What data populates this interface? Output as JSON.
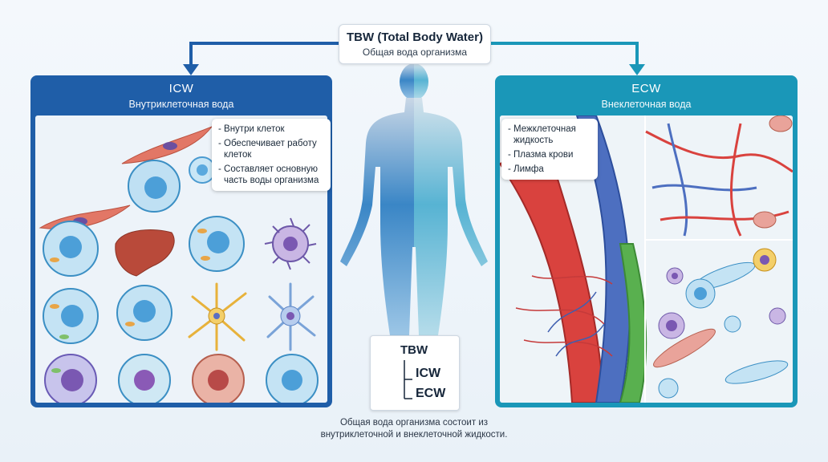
{
  "header": {
    "title": "TBW (Total Body Water)",
    "subtitle": "Общая вода организма"
  },
  "icw": {
    "title": "ICW",
    "subtitle": "Внутриклеточная вода",
    "notes": [
      "- Внутри клеток",
      "- Обеспечивает работу",
      "клеток",
      "- Составляет основную",
      "часть воды организма"
    ]
  },
  "ecw": {
    "title": "ECW",
    "subtitle": "Внеклеточная вода",
    "notes": [
      "- Межклеточная",
      "жидкость",
      "- Плазма крови",
      "- Лимфа"
    ]
  },
  "legend": {
    "root": "TBW",
    "child1": "ICW",
    "child2": "ECW"
  },
  "caption": {
    "line1": "Общая вода организма состоит из",
    "line2": "внутриклеточной и внеклеточной жидкости."
  },
  "colors": {
    "icw_panel": "#1f5ea8",
    "ecw_panel": "#1a97b8",
    "arrow_left": "#1f5ea8",
    "arrow_right": "#1a97b8"
  }
}
